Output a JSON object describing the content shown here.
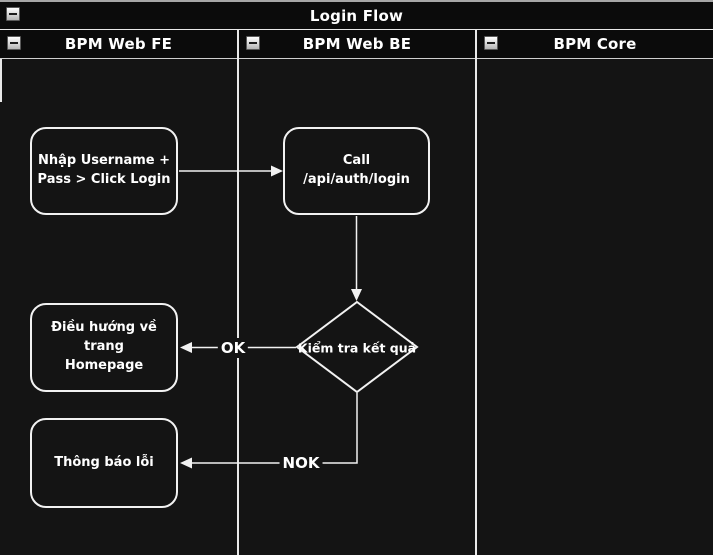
{
  "diagram": {
    "title": "Login Flow",
    "lanes": [
      {
        "label": "BPM Web FE"
      },
      {
        "label": "BPM Web BE"
      },
      {
        "label": "BPM Core"
      }
    ],
    "nodes": [
      {
        "id": "input-login",
        "lines": [
          "Nhập Username +",
          "Pass > Click Login"
        ]
      },
      {
        "id": "call-api",
        "lines": [
          "Call /api/auth/login"
        ]
      },
      {
        "id": "check-result",
        "lines": [
          "Kiểm tra kết quả"
        ]
      },
      {
        "id": "redirect-homepage",
        "lines": [
          "Điều hướng về trang",
          "Homepage"
        ]
      },
      {
        "id": "error-message",
        "lines": [
          "Thông báo lỗi"
        ]
      }
    ],
    "edge_labels": {
      "ok": "OK",
      "nok": "NOK"
    },
    "colors": {
      "background": "#141414",
      "header_background": "#0b0b0b",
      "line": "#f2f2f2",
      "text": "#ffffff"
    }
  }
}
